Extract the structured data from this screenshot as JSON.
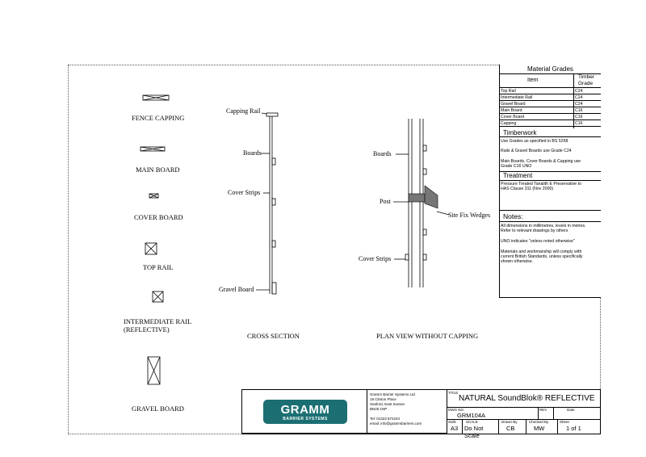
{
  "labels": {
    "fence_capping": "FENCE CAPPING",
    "main_board": "MAIN BOARD",
    "cover_board": "COVER BOARD",
    "top_rail": "TOP RAIL",
    "intermediate_rail_1": "INTERMEDIATE RAIL",
    "intermediate_rail_2": "(REFLECTIVE)",
    "gravel_board": "GRAVEL BOARD",
    "cross_section": "CROSS SECTION",
    "plan_view": "PLAN VIEW WITHOUT CAPPING",
    "capping_rail": "Capping Rail",
    "boards": "Boards",
    "cover_strips": "Cover Strips",
    "gravel_board_cs": "Gravel Board",
    "boards_plan": "Boards",
    "post": "Post",
    "site_fix_wedges": "Site Fix Wedges",
    "cover_strips_plan": "Cover Strips"
  },
  "material_grades": {
    "title": "Material Grades",
    "col_item": "Item",
    "col_grade_1": "Timber",
    "col_grade_2": "Grade",
    "rows": [
      {
        "item": "Top Rail",
        "grade": "C24"
      },
      {
        "item": "Intermediate Rail",
        "grade": "C24"
      },
      {
        "item": "Gravel Board",
        "grade": "C24"
      },
      {
        "item": "Main Board",
        "grade": "C16"
      },
      {
        "item": "Cover Board",
        "grade": "C16"
      },
      {
        "item": "Capping",
        "grade": "C16"
      }
    ]
  },
  "timberwork": {
    "title": "Timberwork",
    "line1": "Use Grades as specified in BS 5268",
    "line2": "Rails & Gravel Boards use Grade C24",
    "line3a": "Main Boards, Cover Boards & Capping  use",
    "line3b": "Grade C16 UNO"
  },
  "treatment": {
    "title": "Treatment",
    "line1": "Pressure Treated Tanalith E Preservative to",
    "line2": "HAS Clause 311 (Nov 2000)"
  },
  "notes": {
    "title": "Notes:",
    "line1": "All dimensions in millimetres, levels in metres.",
    "line2": "Refer to relevant drawings by others",
    "line3": "UNO indicates \"unless noted otherwise\"",
    "line4": "Materials and workmanship will comply with",
    "line5": "current British Standards, unless specifically",
    "line6": "shown otherwise."
  },
  "logo": {
    "name": "GRAMM",
    "sub": "BARRIER SYSTEMS",
    "color": "#1b6f73"
  },
  "company": {
    "line1": "Gramm Barrier Systems Ltd",
    "line2": "18 Clinton Place",
    "line3": "Seaford, East Sussex",
    "line4": "BN25 1NP",
    "tel": "Tel: 01323 872243",
    "email": "email: info@grammbarriers.com"
  },
  "title_block": {
    "title_caption": "TITLE",
    "title": "NATURAL SoundBlok® REFLECTIVE",
    "dwg_caption": "DWG NO",
    "dwg_no": "GRM104A",
    "rev_caption": "REV",
    "date_caption": "Date",
    "size_caption": "SIZE",
    "size": "A3",
    "scale_caption": "SCALE",
    "scale": "Do Not Scale",
    "drawn_caption": "Drawn By",
    "drawn": "CB",
    "checked_caption": "Checked By",
    "checked": "MW",
    "sheet_caption": "Sheet",
    "sheet": "1 of 1"
  }
}
